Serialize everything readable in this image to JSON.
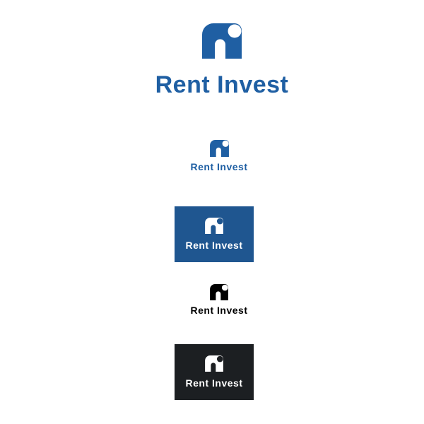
{
  "brand": {
    "name": "Rent Invest"
  },
  "colors": {
    "primary": "#1f5fa3",
    "box_blue": "#1f5690",
    "box_dark": "#1c1f22",
    "black": "#000000",
    "white": "#ffffff"
  },
  "variants": [
    {
      "id": "primary-large",
      "label": "Rent Invest"
    },
    {
      "id": "primary-small",
      "label": "Rent Invest"
    },
    {
      "id": "reverse-blue",
      "label": "Rent Invest"
    },
    {
      "id": "black",
      "label": "Rent Invest"
    },
    {
      "id": "reverse-dark",
      "label": "Rent Invest"
    }
  ]
}
